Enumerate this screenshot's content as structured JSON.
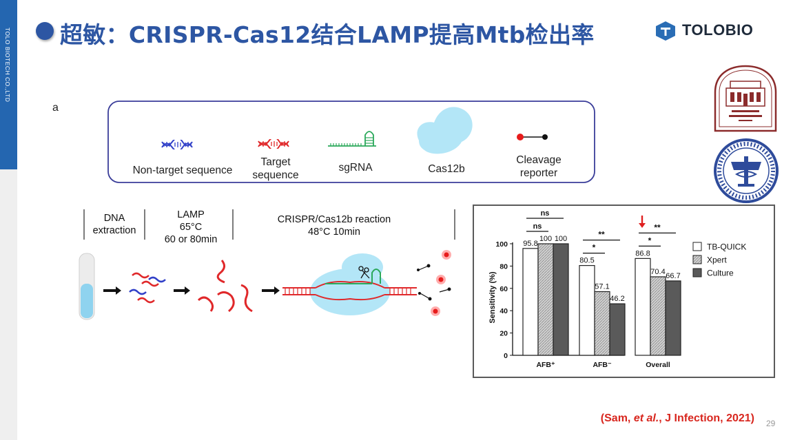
{
  "sidebar": {
    "company": "TOLO BIOTECH CO.,LTD"
  },
  "header": {
    "title": "超敏：CRISPR-Cas12结合LAMP提高Mtb检出率",
    "logo_text": "TOLOBIO"
  },
  "panel_a": {
    "label": "a",
    "legend": [
      {
        "label": "Non-target sequence"
      },
      {
        "label": "Target sequence"
      },
      {
        "label": "sgRNA"
      },
      {
        "label": "Cas12b"
      },
      {
        "label": "Cleavage reporter"
      }
    ],
    "steps": [
      {
        "label": "DNA extraction"
      },
      {
        "label": "LAMP\n65°C\n60 or 80min"
      },
      {
        "label": "CRISPR/Cas12b reaction\n48°C  10min"
      }
    ]
  },
  "chart_data": {
    "type": "bar",
    "categories": [
      "AFB⁺",
      "AFB⁻",
      "Overall"
    ],
    "series": [
      {
        "name": "TB-QUICK",
        "values": [
          95.8,
          80.5,
          86.8
        ]
      },
      {
        "name": "Xpert",
        "values": [
          100,
          57.1,
          70.4
        ]
      },
      {
        "name": "Culture",
        "values": [
          100,
          46.2,
          66.7
        ]
      }
    ],
    "value_labels": [
      [
        "95.8",
        "100",
        "100"
      ],
      [
        "80.5",
        "57.1",
        "46.2"
      ],
      [
        "86.8",
        "70.4",
        "66.7"
      ]
    ],
    "ylabel": "Sensitivity (%)",
    "ylim": [
      0,
      100
    ],
    "yticks": [
      0,
      20,
      40,
      60,
      80,
      100
    ],
    "significance": [
      {
        "group": 0,
        "labels": [
          "ns",
          "ns"
        ]
      },
      {
        "group": 1,
        "labels": [
          "**",
          "*"
        ]
      },
      {
        "group": 2,
        "labels": [
          "**",
          "*"
        ]
      }
    ],
    "legend_position": "right",
    "highlight_group": 2,
    "colors": {
      "TB-QUICK": "#ffffff",
      "Xpert": "#c8c8c8",
      "Culture": "#5a5a5a",
      "arrow": "#e02020"
    }
  },
  "citation": {
    "prefix": "(Sam, ",
    "emphasis": "et al.",
    "suffix": ", J Infection, 2021)"
  },
  "page_number": "29",
  "icons": [
    "tolobio-logo-icon",
    "hospital-seal-icon",
    "sjtu-medical-seal-icon"
  ]
}
